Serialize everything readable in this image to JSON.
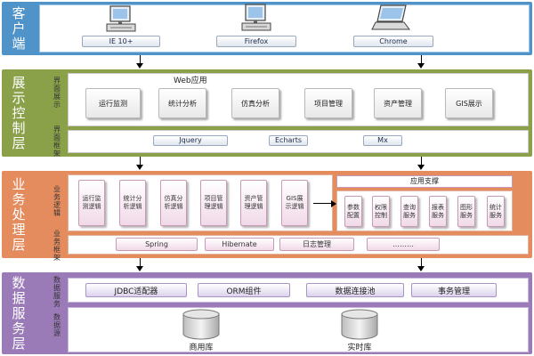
{
  "client": {
    "title": "客户端",
    "browsers": [
      {
        "label": "IE 10+",
        "icon": "desktop-computer-icon"
      },
      {
        "label": "Firefox",
        "icon": "desktop-computer-icon"
      },
      {
        "label": "Chrome",
        "icon": "laptop-icon"
      }
    ]
  },
  "presentation": {
    "title": "展示控制层",
    "ui_label": "界面展示",
    "framework_label": "界面框架",
    "web_app": "Web应用",
    "modules": [
      "运行监测",
      "统计分析",
      "仿真分析",
      "项目管理",
      "资产管理",
      "GIS展示"
    ],
    "frameworks": [
      "Jquery",
      "Echarts",
      "Mx"
    ]
  },
  "business": {
    "title": "业务处理层",
    "logic_label": "业务逻辑",
    "framework_label": "业务框架",
    "logic_modules": [
      "运行监测逻辑",
      "统计分析逻辑",
      "仿真分析逻辑",
      "项目管理逻辑",
      "资产管理逻辑",
      "GIS展示逻辑"
    ],
    "support_title": "应用支撑",
    "support_services": [
      "参数配置",
      "权限控制",
      "查询服务",
      "报表服务",
      "图形服务",
      "统计服务"
    ],
    "frameworks": [
      "Spring",
      "Hibernate",
      "日志管理",
      "………"
    ]
  },
  "data": {
    "title": "数据服务层",
    "service_label": "数据服务",
    "source_label": "数据源",
    "services": [
      "JDBC适配器",
      "ORM组件",
      "数据连接池",
      "事务管理"
    ],
    "sources": [
      "商用库",
      "实时库"
    ]
  },
  "colors": {
    "client": "#4f93c9",
    "presentation": "#8aa14a",
    "business": "#e58c5f",
    "data": "#9a7bb8"
  }
}
